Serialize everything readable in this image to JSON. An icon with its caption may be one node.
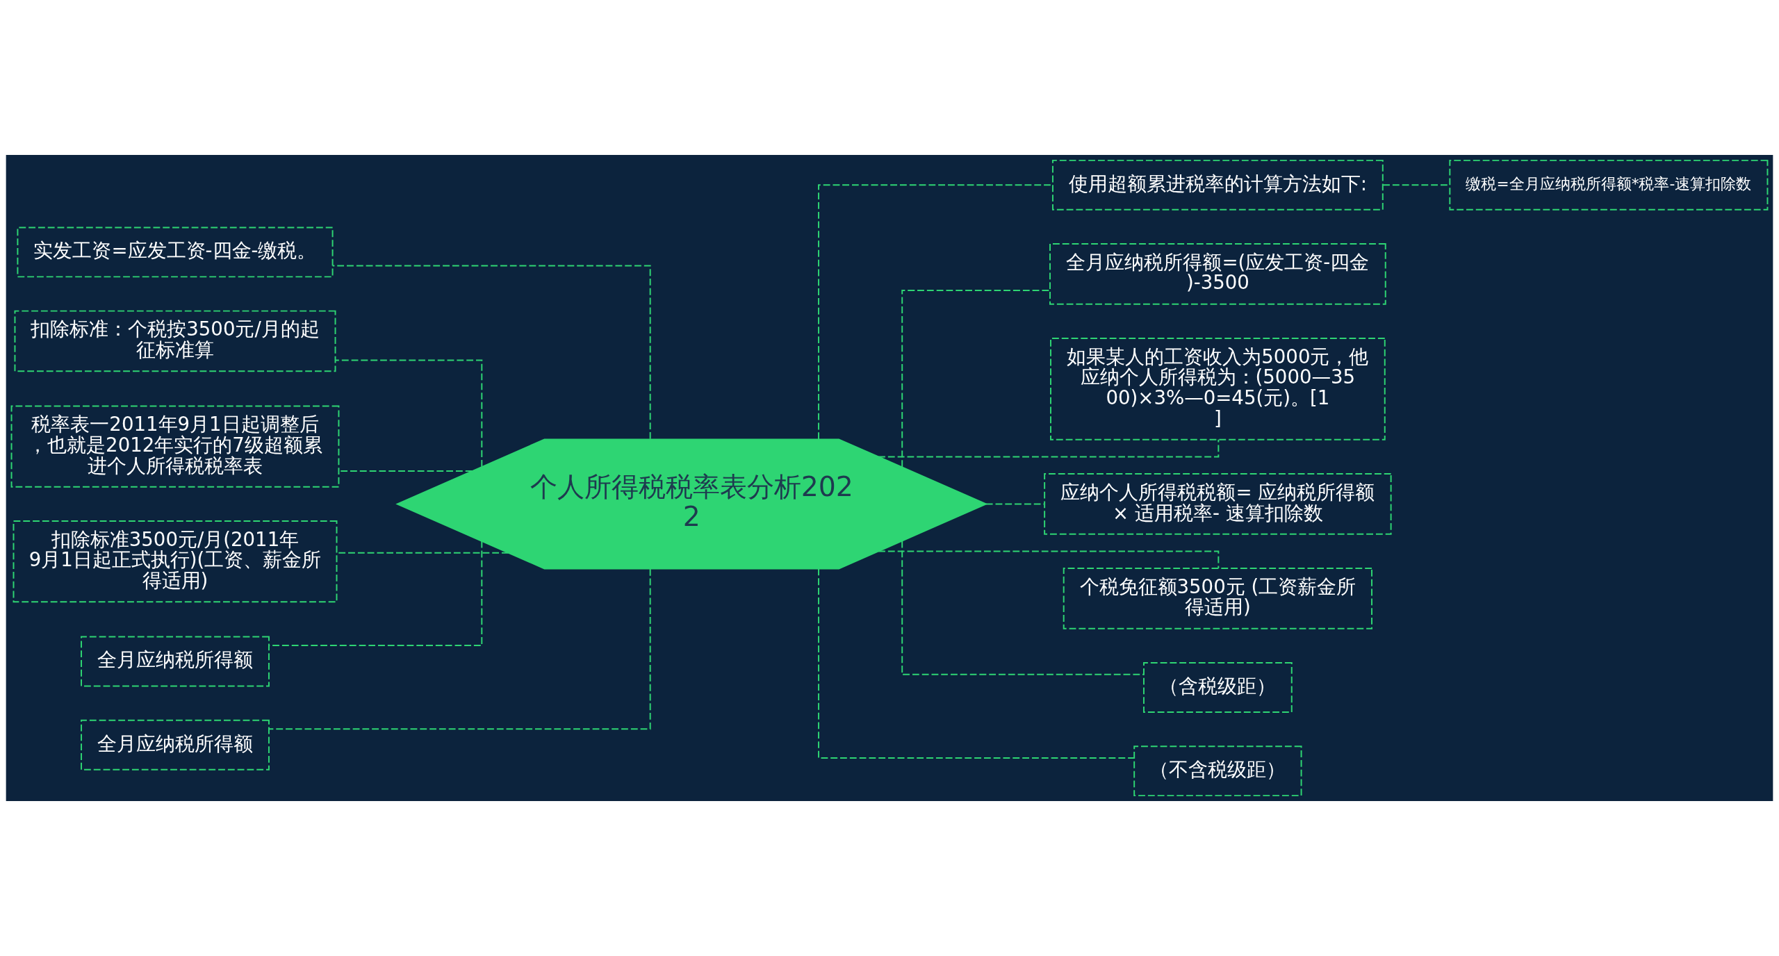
{
  "diagram": {
    "nodes": [
      {
        "text": [
          "个人所得税税率表分析2022"
        ]
      },
      {
        "text": [
          "实发工资=应发工资-四金-缴税。"
        ]
      },
      {
        "text": [
          "扣除标准：个税按3500元/月的起征标准算"
        ]
      },
      {
        "text": [
          "税率表一2011年9月1日起调整后，也就是2012年实行的7级超额累进个人所得税税率表"
        ]
      },
      {
        "text": [
          "扣除标准3500元/月(2011年9月1日起正式执行)(工资、薪金所得适用)"
        ]
      },
      {
        "text": [
          "全月应纳税所得额"
        ]
      },
      {
        "text": [
          "全月应纳税所得额"
        ]
      },
      {
        "text": [
          "使用超额累进税率的计算方法如下:"
        ]
      },
      {
        "text": [
          "全月应纳税所得额=(应发工资-四金)-3500"
        ]
      },
      {
        "text": [
          "如果某人的工资收入为5000元，他应纳个人所得税为：(5000—3500)×3%—0=45(元)。[1]"
        ]
      },
      {
        "text": [
          "应纳个人所得税税额= 应纳税所得额× 适用税率- 速算扣除数"
        ]
      },
      {
        "text": [
          "个税免征额3500元 (工资薪金所得适用)"
        ]
      },
      {
        "text": [
          "（含税级距）"
        ]
      },
      {
        "text": [
          "（不含税级距）"
        ]
      },
      {
        "text": [
          "缴税=全月应纳税所得额*税率-速算扣除数"
        ]
      }
    ],
    "edges": [
      {
        "from": 0,
        "to": 1,
        "arrow": "none"
      },
      {
        "from": 0,
        "to": 2,
        "arrow": "none"
      },
      {
        "from": 0,
        "to": 3,
        "arrow": "none"
      },
      {
        "from": 0,
        "to": 4,
        "arrow": "none"
      },
      {
        "from": 0,
        "to": 5,
        "arrow": "none"
      },
      {
        "from": 0,
        "to": 6,
        "arrow": "none"
      },
      {
        "from": 0,
        "to": 7,
        "arrow": "none"
      },
      {
        "from": 0,
        "to": 8,
        "arrow": "none"
      },
      {
        "from": 0,
        "to": 9,
        "arrow": "none"
      },
      {
        "from": 0,
        "to": 10,
        "arrow": "none"
      },
      {
        "from": 0,
        "to": 11,
        "arrow": "none"
      },
      {
        "from": 0,
        "to": 12,
        "arrow": "none"
      },
      {
        "from": 0,
        "to": 13,
        "arrow": "none"
      },
      {
        "from": 7,
        "to": 14,
        "arrow": "none"
      }
    ]
  }
}
